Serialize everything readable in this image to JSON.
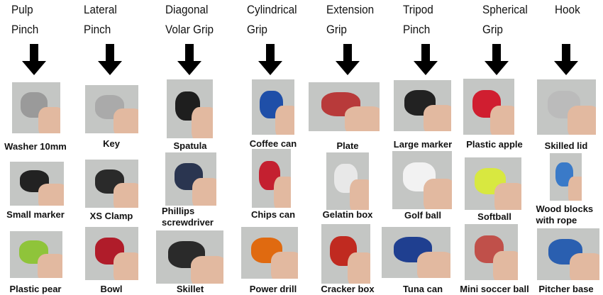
{
  "columns": [
    {
      "title_lines": [
        "Pulp",
        "Pinch"
      ],
      "items": [
        "Washer 10mm",
        "Small marker",
        "Plastic pear"
      ]
    },
    {
      "title_lines": [
        "Lateral",
        "Pinch"
      ],
      "items": [
        "Key",
        "XS Clamp",
        "Bowl"
      ]
    },
    {
      "title_lines": [
        "Diagonal",
        "Volar Grip"
      ],
      "items": [
        "Spatula",
        "Phillips screwdriver",
        "Skillet"
      ]
    },
    {
      "title_lines": [
        "Cylindrical",
        "Grip"
      ],
      "items": [
        "Coffee can",
        "Chips can",
        "Power drill"
      ]
    },
    {
      "title_lines": [
        "Extension",
        "Grip"
      ],
      "items": [
        "Plate",
        "Gelatin box",
        "Cracker box"
      ]
    },
    {
      "title_lines": [
        "Tripod",
        "Pinch"
      ],
      "items": [
        "Large marker",
        "Golf ball",
        "Tuna can"
      ]
    },
    {
      "title_lines": [
        "Spherical",
        "Grip"
      ],
      "items": [
        "Plastic apple",
        "Softball",
        "Mini soccer ball"
      ]
    },
    {
      "title_lines": [
        "Hook"
      ],
      "items": [
        "Skilled lid",
        "Wood blocks with rope",
        "Pitcher base"
      ]
    }
  ],
  "object_colors": [
    [
      "#9a9a9a",
      "#222222",
      "#8fc43a"
    ],
    [
      "#aaaaaa",
      "#2a2a2a",
      "#b01c2a"
    ],
    [
      "#1e1e1e",
      "#2a3550",
      "#2a2a2a"
    ],
    [
      "#1f4fa8",
      "#c42030",
      "#e06a10"
    ],
    [
      "#b83a3a",
      "#e8e8e8",
      "#c02a20"
    ],
    [
      "#222222",
      "#f2f2f2",
      "#1f3f90"
    ],
    [
      "#d01e30",
      "#d8e840",
      "#c0504a"
    ],
    [
      "#bbbbbb",
      "#3a7ac8",
      "#2a5fb0"
    ]
  ]
}
